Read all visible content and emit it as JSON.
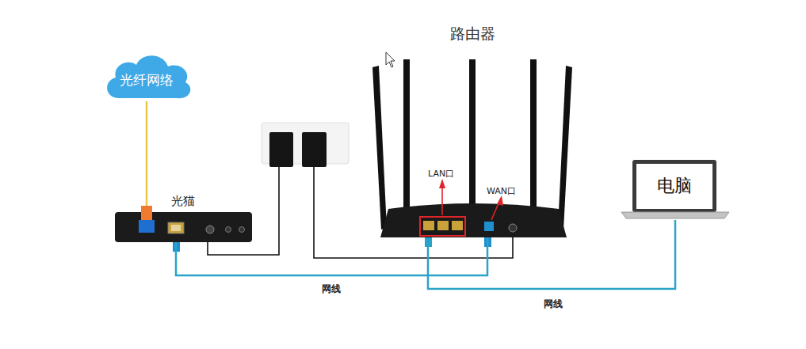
{
  "diagram": {
    "nodes": [
      {
        "text": [
          "光纤网络"
        ]
      },
      {
        "text": [
          "光猫"
        ]
      },
      {
        "text": [
          "路由器"
        ]
      },
      {
        "text": [
          "电脑"
        ]
      }
    ],
    "edges": [
      {
        "from": 0,
        "to": 1,
        "arrow": "none"
      },
      {
        "from": 1,
        "to": 2,
        "label": "网线",
        "arrow": "none"
      },
      {
        "from": 2,
        "to": 3,
        "label": "网线",
        "arrow": "none"
      }
    ],
    "labels": [
      "LAN口",
      "WAN口"
    ]
  }
}
